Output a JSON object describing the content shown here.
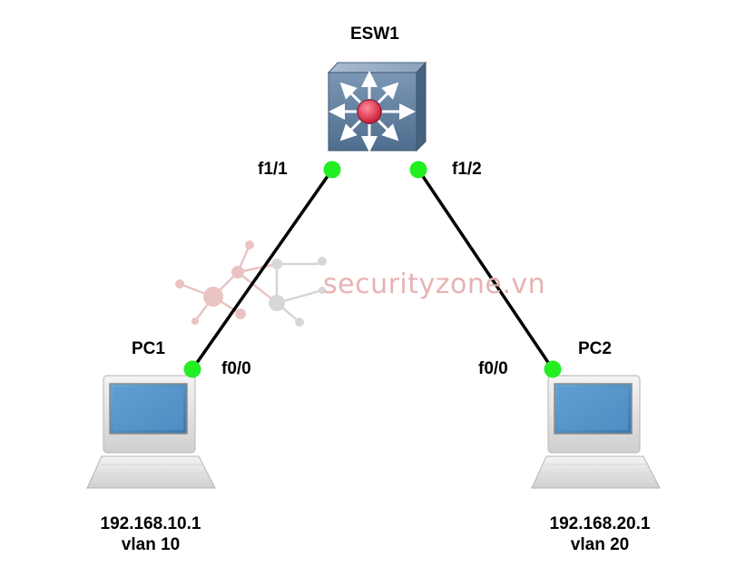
{
  "devices": {
    "switch": {
      "name": "ESW1",
      "icon": "layer3-switch-icon"
    },
    "pc1": {
      "name": "PC1",
      "icon": "computer-icon",
      "ip": "192.168.10.1",
      "vlan": "vlan 10"
    },
    "pc2": {
      "name": "PC2",
      "icon": "computer-icon",
      "ip": "192.168.20.1",
      "vlan": "vlan 20"
    }
  },
  "links": [
    {
      "from": "ESW1",
      "from_port": "f1/1",
      "to": "PC1",
      "to_port": "f0/0"
    },
    {
      "from": "ESW1",
      "from_port": "f1/2",
      "to": "PC2",
      "to_port": "f0/0"
    }
  ],
  "watermark": {
    "text": "securityzone.vn",
    "icon": "network-graph-logo"
  },
  "colors": {
    "link": "#000000",
    "port_dot": "#22ee22",
    "switch_body": "#5d7a9a",
    "switch_hub": "#e8314f",
    "screen": "#4f8fc4",
    "watermark": "#e7b3b3"
  }
}
